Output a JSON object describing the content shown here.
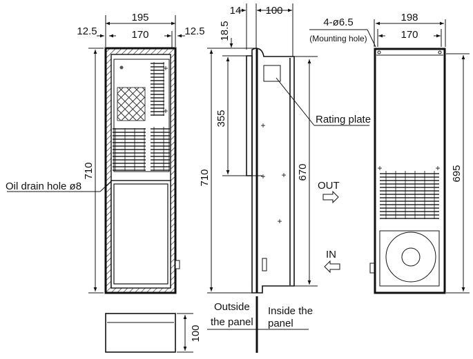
{
  "front_view": {
    "width_overall": "195",
    "width_inner": "170",
    "margin_left": "12.5",
    "margin_right": "12.5",
    "height": "710",
    "oil_drain_label": "Oil drain hole ø8"
  },
  "bottom_view": {
    "depth": "100"
  },
  "side_view": {
    "flange": "14",
    "depth": "100",
    "top_offset": "18.5",
    "cutout_height": "355",
    "height": "710",
    "body_height": "670",
    "rating_plate_label": "Rating plate",
    "outside_label_1": "Outside",
    "outside_label_2": "the panel",
    "inside_label_1": "Inside the",
    "inside_label_2": "panel",
    "out_label": "OUT",
    "in_label": "IN"
  },
  "rear_view": {
    "width_overall": "198",
    "width_inner": "170",
    "height": "695",
    "holes_label": "4-ø6.5",
    "holes_note": "(Mounting hole)"
  }
}
